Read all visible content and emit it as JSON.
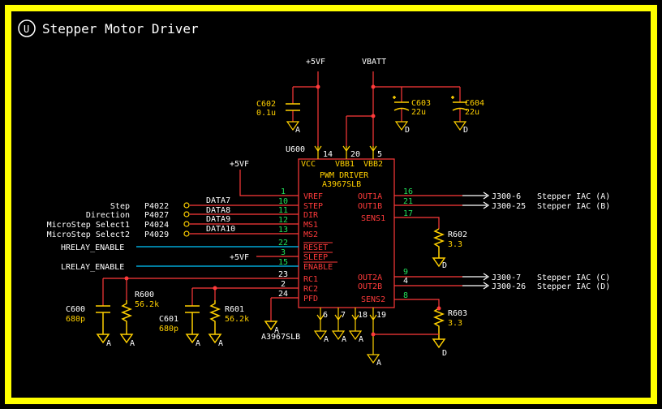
{
  "title": "Stepper Motor Driver",
  "title_badge": "U",
  "power": {
    "v5_top": "+5VF",
    "vbatt": "VBATT",
    "v5_vref": "+5VF",
    "v5_sleep": "+5VF"
  },
  "caps": {
    "c602": {
      "ref": "C602",
      "value": "0.1u"
    },
    "c603": {
      "ref": "C603",
      "value": "22u"
    },
    "c604": {
      "ref": "C604",
      "value": "22u"
    },
    "c600": {
      "ref": "C600",
      "value": "680p"
    },
    "c601": {
      "ref": "C601",
      "value": "680p"
    }
  },
  "resistors": {
    "r600": {
      "ref": "R600",
      "value": "56.2k"
    },
    "r601": {
      "ref": "R601",
      "value": "56.2k"
    },
    "r602": {
      "ref": "R602",
      "value": "3.3"
    },
    "r603": {
      "ref": "R603",
      "value": "3.3"
    }
  },
  "ground": {
    "a": "A",
    "d": "D"
  },
  "ic": {
    "ref": "U600",
    "part": "A3967SLB",
    "part_bottom": "A3967SLB",
    "function": "PWM DRIVER",
    "top_pins": [
      {
        "name": "VCC",
        "num": "14"
      },
      {
        "name": "VBB1",
        "num": "20"
      },
      {
        "name": "VBB2",
        "num": "5"
      }
    ],
    "left_pins": [
      {
        "name": "VREF",
        "num": "1"
      },
      {
        "name": "STEP",
        "num": "10"
      },
      {
        "name": "DIR",
        "num": "11"
      },
      {
        "name": "MS1",
        "num": "12"
      },
      {
        "name": "MS2",
        "num": "13"
      },
      {
        "name": "RESET",
        "num": "22"
      },
      {
        "name": "SLEEP",
        "num": "3"
      },
      {
        "name": "ENABLE",
        "num": "15"
      },
      {
        "name": "RC1",
        "num": "23"
      },
      {
        "name": "RC2",
        "num": "2"
      },
      {
        "name": "PFD",
        "num": "24"
      }
    ],
    "right_pins": [
      {
        "name": "OUT1A",
        "num": "16"
      },
      {
        "name": "OUT1B",
        "num": "21"
      },
      {
        "name": "SENS1",
        "num": "17"
      },
      {
        "name": "OUT2A",
        "num": "9"
      },
      {
        "name": "OUT2B",
        "num": "4"
      },
      {
        "name": "SENS2",
        "num": "8"
      }
    ],
    "bottom_pins": [
      "6",
      "7",
      "18",
      "19"
    ]
  },
  "inputs": [
    {
      "label": "Step",
      "port": "P4022",
      "net": "DATA7"
    },
    {
      "label": "Direction",
      "port": "P4027",
      "net": "DATA8"
    },
    {
      "label": "MicroStep Select1",
      "port": "P4024",
      "net": "DATA9"
    },
    {
      "label": "MicroStep Select2",
      "port": "P4029",
      "net": "DATA10"
    }
  ],
  "enables": {
    "hrelay": "HRELAY_ENABLE",
    "lrelay": "LRELAY_ENABLE"
  },
  "outputs": [
    {
      "conn": "J300-6",
      "desc": "Stepper IAC (A)"
    },
    {
      "conn": "J300-25",
      "desc": "Stepper IAC (B)"
    },
    {
      "conn": "J300-7",
      "desc": "Stepper IAC (C)"
    },
    {
      "conn": "J300-26",
      "desc": "Stepper IAC (D)"
    }
  ],
  "colors": {
    "frame": "#ffff00",
    "wire": "#ff3a3a",
    "part": "#ffd000",
    "pinnum": "#22e05a",
    "enable_wire": "#00c8ff"
  }
}
